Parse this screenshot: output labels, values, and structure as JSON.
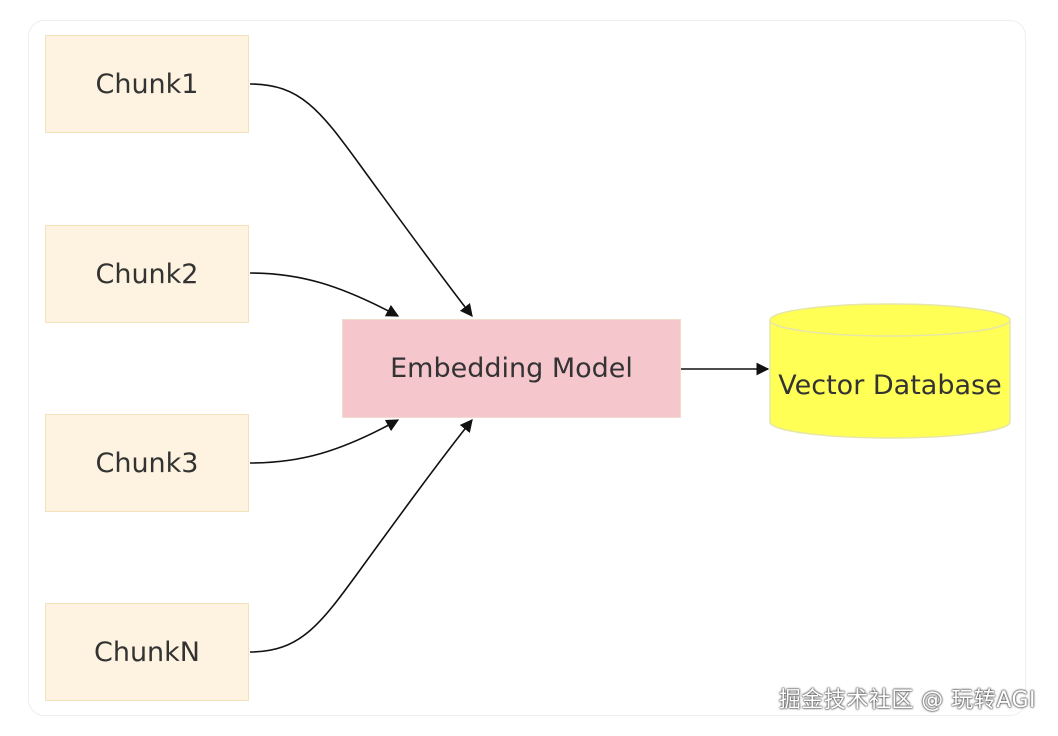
{
  "diagram": {
    "chunks": [
      {
        "label": "Chunk1"
      },
      {
        "label": "Chunk2"
      },
      {
        "label": "Chunk3"
      },
      {
        "label": "ChunkN"
      }
    ],
    "model": {
      "label": "Embedding Model"
    },
    "database": {
      "label": "Vector Database"
    },
    "edges": [
      {
        "from": "Chunk1",
        "to": "Embedding Model"
      },
      {
        "from": "Chunk2",
        "to": "Embedding Model"
      },
      {
        "from": "Chunk3",
        "to": "Embedding Model"
      },
      {
        "from": "ChunkN",
        "to": "Embedding Model"
      },
      {
        "from": "Embedding Model",
        "to": "Vector Database"
      }
    ]
  },
  "colors": {
    "chunk_fill": "#fdf3e0",
    "model_fill": "#f6c6cd",
    "database_fill": "#ffff55",
    "edge": "#111111"
  },
  "watermark": "掘金技术社区 @ 玩转AGI"
}
